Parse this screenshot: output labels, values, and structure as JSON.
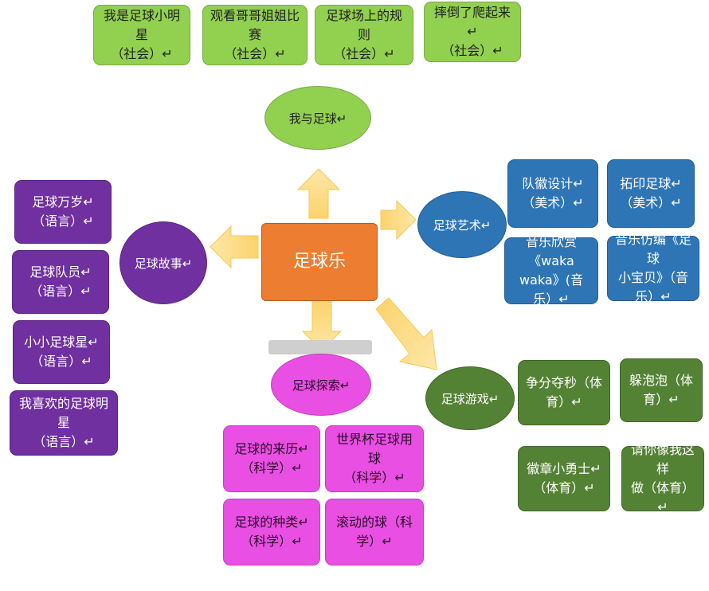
{
  "center": {
    "label": "足球乐"
  },
  "branches": {
    "me_and_football": {
      "hub": "我与足球↵",
      "color": "#92d050",
      "items": [
        {
          "line1": "我是足球小明星",
          "line2": "（社会）↵"
        },
        {
          "line1": "观看哥哥姐姐比赛",
          "line2": "（社会）↵"
        },
        {
          "line1": "足球场上的规则",
          "line2": "（社会）↵"
        },
        {
          "line1": "摔倒了爬起来↵",
          "line2": "（社会）↵"
        }
      ]
    },
    "art": {
      "hub": "足球艺术↵",
      "color": "#2e75b6",
      "items": [
        {
          "line1": "队徽设计↵",
          "line2": "（美术）↵"
        },
        {
          "line1": "拓印足球↵",
          "line2": "（美术）↵"
        },
        {
          "line1": "音乐欣赏《waka",
          "line2": "waka》(音乐）↵"
        },
        {
          "line1": "音乐仿编《足球",
          "line2": "小宝贝》（音乐）↵"
        }
      ]
    },
    "story": {
      "hub": "足球故事↵",
      "color": "#7030a0",
      "items": [
        {
          "line1": "足球万岁↵",
          "line2": "（语言）↵"
        },
        {
          "line1": "足球队员↵",
          "line2": "（语言）↵"
        },
        {
          "line1": "小小足球星↵",
          "line2": "（语言）↵"
        },
        {
          "line1": "我喜欢的足球明星",
          "line2": "（语言）↵"
        }
      ]
    },
    "explore": {
      "hub": "足球探索↵",
      "color": "#e84fe2",
      "items": [
        {
          "line1": "足球的来历↵",
          "line2": "（科学）↵"
        },
        {
          "line1": "世界杯足球用球",
          "line2": "（科学）↵"
        },
        {
          "line1": "足球的种类↵",
          "line2": "（科学）↵"
        },
        {
          "line1": "滚动的球（科学）↵",
          "line2": ""
        }
      ]
    },
    "games": {
      "hub": "足球游戏↵",
      "color": "#548235",
      "items": [
        {
          "line1": "争分夺秒（体育）↵",
          "line2": ""
        },
        {
          "line1": "躲泡泡（体育）↵",
          "line2": ""
        },
        {
          "line1": "徽章小勇士↵",
          "line2": "（体育）↵"
        },
        {
          "line1": "请你像我这样",
          "line2": "做（体育）↵"
        }
      ]
    }
  }
}
